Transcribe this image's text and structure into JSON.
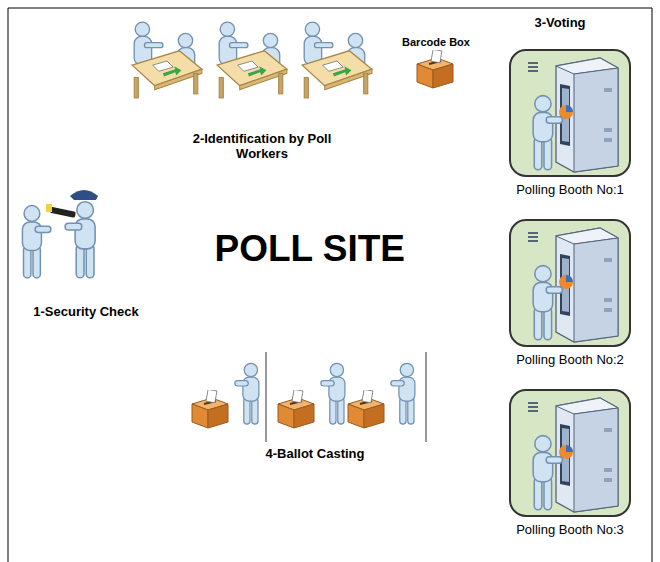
{
  "diagram": {
    "title": "POLL SITE",
    "nodes": [
      {
        "text": [
          "Polling Booth No:1"
        ]
      },
      {
        "text": [
          "Polling Booth No:2"
        ]
      },
      {
        "text": [
          "Polling Booth No:3"
        ]
      }
    ],
    "labels": [
      "1-Security Check",
      "2-Identification by Poll Workers",
      "Barcode Box",
      "3-Voting",
      "4-Ballot Casting"
    ]
  }
}
